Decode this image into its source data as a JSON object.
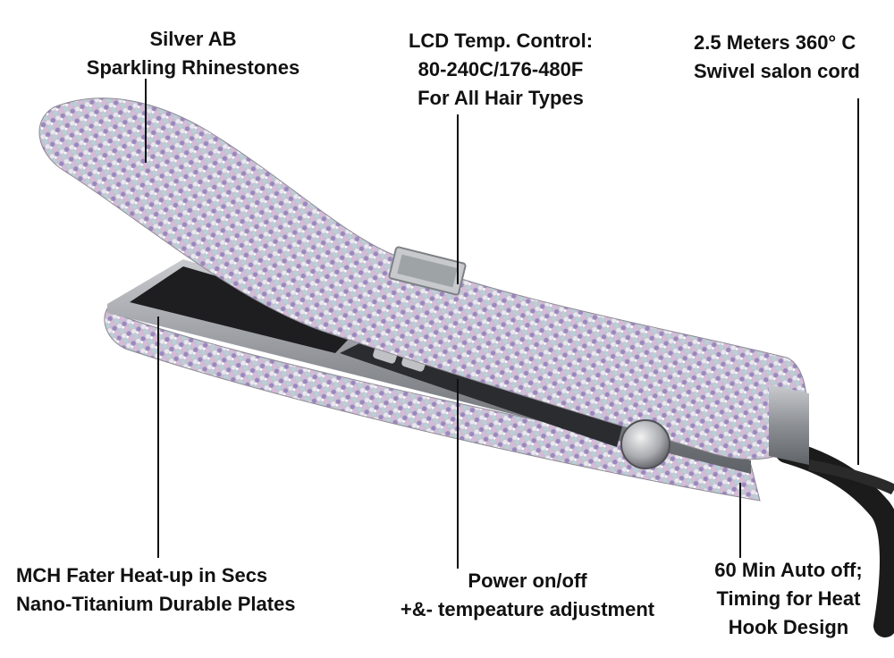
{
  "labels": {
    "rhinestones": [
      "Silver AB",
      "Sparkling Rhinestones"
    ],
    "lcd": [
      "LCD Temp. Control:",
      "80-240C/176-480F",
      "For All Hair Types"
    ],
    "cord": [
      "2.5 Meters 360° C",
      "Swivel salon cord"
    ],
    "plates": [
      "MCH Fater Heat-up in Secs",
      "Nano-Titanium Durable Plates"
    ],
    "power": [
      "Power on/off",
      "+&- tempeature adjustment"
    ],
    "auto_off": [
      "60 Min Auto off;",
      "Timing for Heat",
      "Hook Design"
    ]
  },
  "colors": {
    "rhinestone_base": "#b9b2c6",
    "rhinestone_accent": "#8a6fb3",
    "metal": "#9c9ea3",
    "plate": "#1e1e20",
    "cord": "#1b1b1b"
  }
}
